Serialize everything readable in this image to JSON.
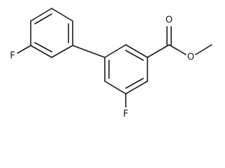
{
  "molecule": {
    "atoms": {
      "fluorine_left": "F",
      "fluorine_bottom": "F",
      "carbonyl_oxygen": "O",
      "ester_oxygen": "O"
    }
  }
}
